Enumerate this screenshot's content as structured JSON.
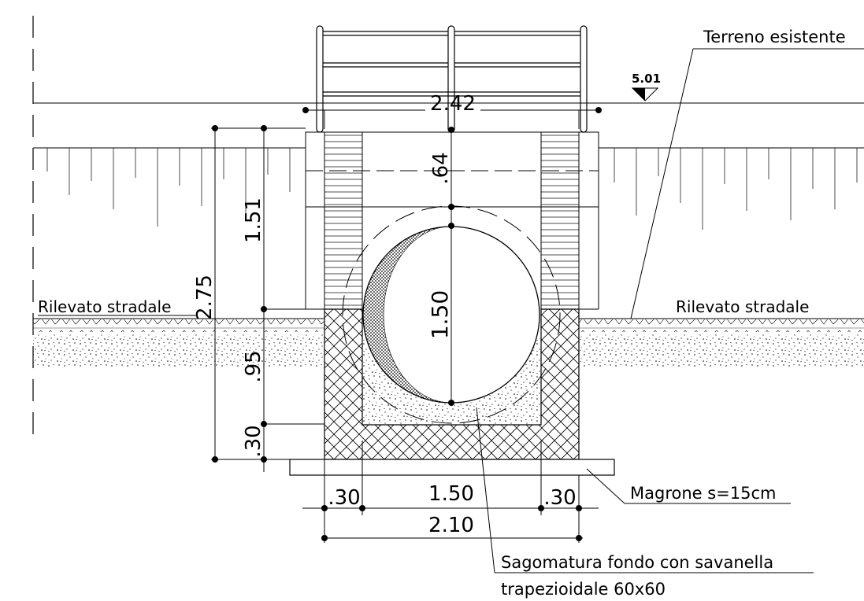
{
  "drawing": {
    "colors": {
      "line": "#000000",
      "background": "#ffffff",
      "hatch": "#000000"
    },
    "elevation_marker": {
      "value": "5.01"
    },
    "labels": {
      "terreno": "Terreno esistente",
      "rilevato_left": "Rilevato stradale",
      "rilevato_right": "Rilevato stradale",
      "magrone": "Magrone s=15cm",
      "sagomatura_line1": "Sagomatura fondo con savanella",
      "sagomatura_line2": "trapezioidale 60x60"
    },
    "dimensions": {
      "top_width": "2.42",
      "cover": ".64",
      "pipe_diameter": "1.50",
      "upper_height": "1.51",
      "total_height": "2.75",
      "lower_height": ".95",
      "base_height": ".30",
      "wall_left": ".30",
      "inner_width": "1.50",
      "wall_right": ".30",
      "outer_width": "2.10"
    }
  }
}
